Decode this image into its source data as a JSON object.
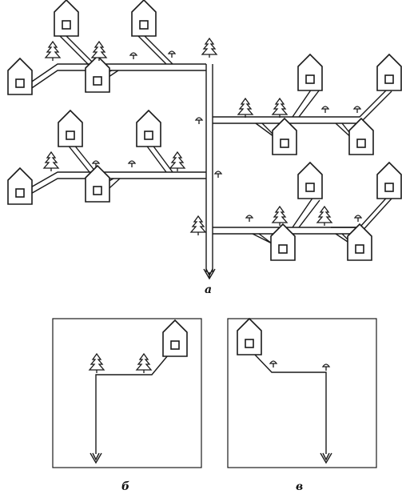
{
  "labels": {
    "a": "а",
    "b": "б",
    "c": "в"
  },
  "colors": {
    "stroke": "#1a1a1a",
    "background": "#ffffff"
  },
  "icons": [
    "house-icon",
    "tree-icon",
    "mushroom-icon",
    "arrow-down-icon"
  ]
}
